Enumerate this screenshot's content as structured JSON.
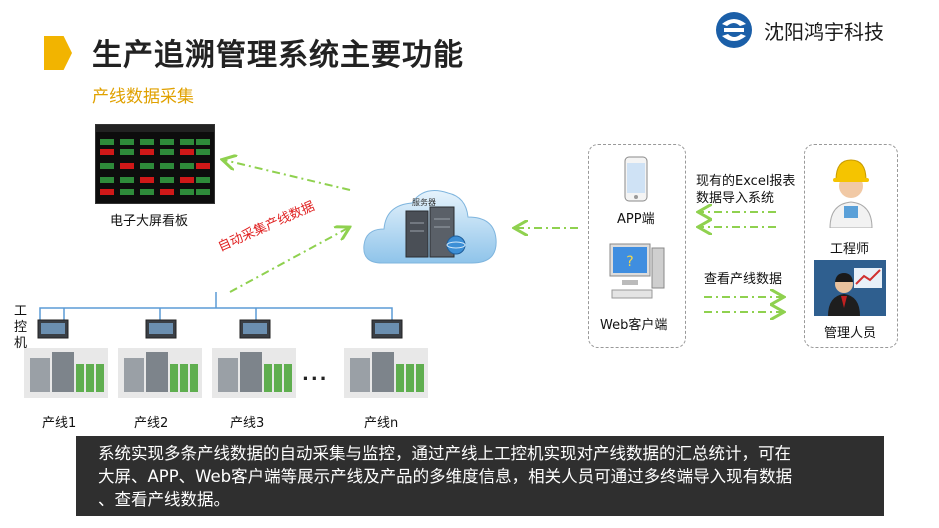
{
  "header": {
    "title": "生产追溯管理系统主要功能",
    "subtitle": "产线数据采集",
    "logo_text": "沈阳鸿宇科技"
  },
  "diagram": {
    "board_label": "电子大屏看板",
    "server_label": "服务器",
    "auto_collect_label": "自动采集产线数据",
    "ipc_label": "工控机",
    "lines": [
      "产线1",
      "产线2",
      "产线3",
      "产线n"
    ],
    "ellipsis": "...",
    "app_label": "APP端",
    "web_label": "Web客户端",
    "import_label_line1": "现有的Excel报表",
    "import_label_line2": "数据导入系统",
    "view_label": "查看产线数据",
    "engineer_label": "工程师",
    "manager_label": "管理人员"
  },
  "description": {
    "line1": "系统实现多条产线数据的自动采集与监控，通过产线上工控机实现对产线数据的汇总统计，可在",
    "line2": "大屏、APP、Web客户端等展示产线及产品的多维度信息，相关人员可通过多终端导入现有数据",
    "line3": "、查看产线数据。"
  },
  "colors": {
    "accent": "#f2b400",
    "arrow_green": "#8fd14f",
    "logo_blue": "#1b5fa8",
    "desc_bg": "#2f2f2f"
  }
}
